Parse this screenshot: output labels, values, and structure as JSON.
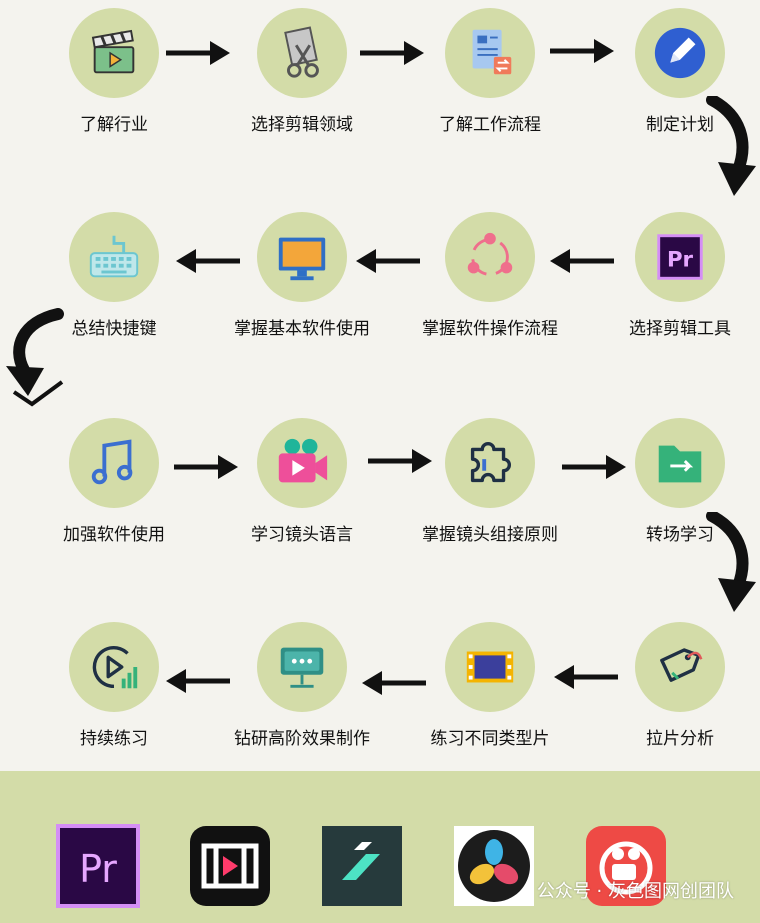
{
  "steps": [
    {
      "label": "了解行业",
      "icon": "clapperboard-icon"
    },
    {
      "label": "选择剪辑领域",
      "icon": "film-scissors-icon"
    },
    {
      "label": "了解工作流程",
      "icon": "document-transfer-icon"
    },
    {
      "label": "制定计划",
      "icon": "pencil-icon"
    },
    {
      "label": "选择剪辑工具",
      "icon": "premiere-icon"
    },
    {
      "label": "掌握软件操作流程",
      "icon": "share-nodes-icon"
    },
    {
      "label": "掌握基本软件使用",
      "icon": "monitor-icon"
    },
    {
      "label": "总结快捷键",
      "icon": "keyboard-icon"
    },
    {
      "label": "加强软件使用",
      "icon": "music-note-icon"
    },
    {
      "label": "学习镜头语言",
      "icon": "video-camera-icon"
    },
    {
      "label": "掌握镜头组接原则",
      "icon": "puzzle-icon"
    },
    {
      "label": "转场学习",
      "icon": "folder-arrow-icon"
    },
    {
      "label": "拉片分析",
      "icon": "tag-icon"
    },
    {
      "label": "练习不同类型片",
      "icon": "filmstrip-icon"
    },
    {
      "label": "钻研高阶效果制作",
      "icon": "presentation-board-icon"
    },
    {
      "label": "持续练习",
      "icon": "play-progress-icon"
    }
  ],
  "logos": [
    {
      "name": "premiere-pro-logo",
      "text": "Pr"
    },
    {
      "name": "video-editor-logo"
    },
    {
      "name": "filmora-logo"
    },
    {
      "name": "davinci-resolve-logo"
    },
    {
      "name": "kuaiying-logo"
    }
  ],
  "watermark": "公众号 · 灰色图网创团队",
  "colors": {
    "background": "#f4f3ee",
    "circle": "#d3dca8",
    "footer": "#d3dca8",
    "arrow": "#111111"
  }
}
